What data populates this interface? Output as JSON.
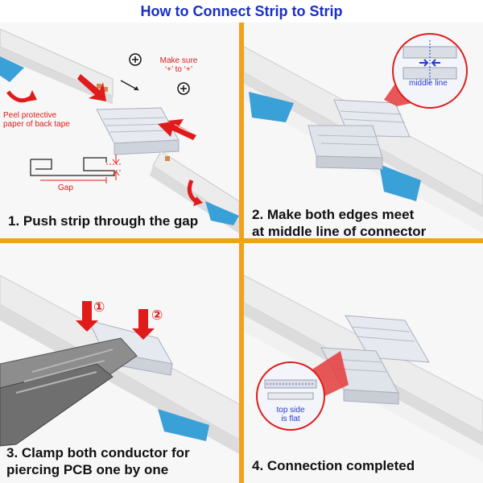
{
  "title": "How to Connect Strip to Strip",
  "colors": {
    "title": "#1a2fc9",
    "divider": "#f0a21b",
    "arrow": "#e01b1b",
    "caption": "#111111",
    "tape": "#3aa0d8"
  },
  "panel1": {
    "caption": "1. Push strip through the gap",
    "make_sure_line1": "Make sure",
    "make_sure_line2": "‘+’ to ‘+’",
    "peel_line1": "Peel protective",
    "peel_line2": "paper of back tape",
    "gap_label": "Gap",
    "plus_icons": [
      "plus-circle-icon",
      "plus-circle-icon"
    ]
  },
  "panel2": {
    "caption_line1": "2. Make both edges meet",
    "caption_line2": "at middle line of connector",
    "middle_line_label": "middle line"
  },
  "panel3": {
    "caption_line1": "3. Clamp both conductor for",
    "caption_line2": "piercing PCB one by one",
    "step1": "①",
    "step2": "②"
  },
  "panel4": {
    "caption": "4. Connection completed",
    "top_side_line1": "top side",
    "top_side_line2": "is flat"
  }
}
